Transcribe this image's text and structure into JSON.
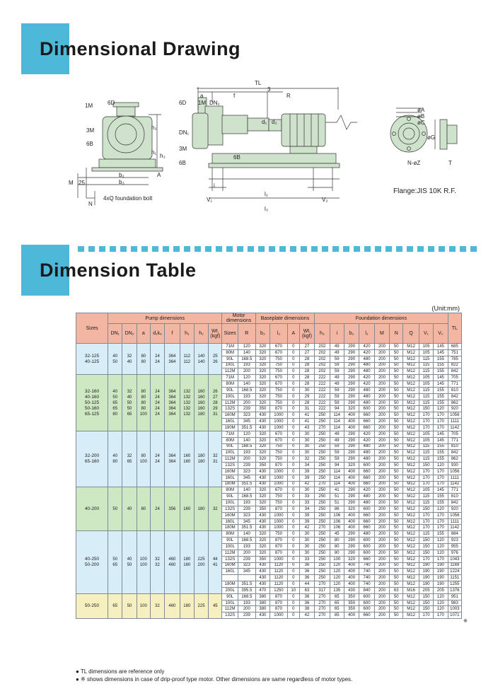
{
  "headings": {
    "drawing": "Dimensional Drawing",
    "table": "Dimension Table"
  },
  "drawing_labels": {
    "tl": "TL",
    "a": "a",
    "f": "f",
    "three": "3",
    "r": "R",
    "m1": "1M",
    "d6": "6D",
    "m3": "3M",
    "b6": "6B",
    "h2": "h₂",
    "h1": "h₁",
    "h3": "h₃",
    "b2": "b₂",
    "b3": "b₃",
    "m": "M",
    "n25": "25",
    "n": "N",
    "a_dim": "A",
    "bolt": "4xQ foundation bolt",
    "dn2": "DN₂",
    "dn1": "DN₁",
    "d1": "d₁",
    "d2": "d₂",
    "i": "i",
    "v1": "V₁",
    "l2": "l₂",
    "v2": "V₂",
    "l3": "l₃",
    "phi_a": "øA",
    "phi_b": "øB",
    "phi_c": "øC",
    "phi_g": "øG",
    "nz": "N-øZ",
    "t": "T",
    "flange": "Flange:JIS 10K R.F."
  },
  "unit": "(Unit:mm)",
  "table_headers": {
    "sizes": "Sizes",
    "pump_group": "Pump dimensions",
    "motor_group": "Motor dimensions",
    "base_group": "Baseplate dimensions",
    "found_group": "Foundation dimensions",
    "tl": "TL",
    "pump_cols": [
      "DN₁",
      "DN₂",
      "a",
      "d₁k₆",
      "f",
      "h₁",
      "h₂",
      "Wt.(kgf)"
    ],
    "motor_cols": [
      "Sizes",
      "R"
    ],
    "base_cols": [
      "b₃",
      "l₃",
      "A",
      "Wt.(kgf)"
    ],
    "found_cols": [
      "h₃",
      "i",
      "b₂",
      "l₂",
      "M",
      "N",
      "Q",
      "V₁",
      "V₂"
    ]
  },
  "groups": [
    {
      "sizes": [
        "32-125",
        "40-125"
      ],
      "pump": [
        [
          "40",
          "50"
        ],
        [
          "32",
          "40"
        ],
        [
          "80",
          "80"
        ],
        [
          "24",
          "24"
        ],
        [
          "364",
          "364"
        ],
        [
          "112",
          "112"
        ],
        [
          "140",
          "140"
        ],
        [
          "25",
          "26"
        ]
      ],
      "rows": [
        [
          "71M",
          "120",
          "320",
          "670",
          "0",
          "27",
          "202",
          "49",
          "290",
          "420",
          "200",
          "50",
          "M12",
          "105",
          "145",
          "685"
        ],
        [
          "80M",
          "140",
          "320",
          "670",
          "0",
          "27",
          "202",
          "49",
          "290",
          "420",
          "200",
          "50",
          "M12",
          "105",
          "145",
          "751"
        ],
        [
          "90L",
          "168.5",
          "320",
          "750",
          "0",
          "28",
          "202",
          "59",
          "290",
          "480",
          "200",
          "50",
          "M12",
          "115",
          "155",
          "785"
        ],
        [
          "100L",
          "193",
          "320",
          "750",
          "0",
          "28",
          "202",
          "59",
          "290",
          "480",
          "200",
          "50",
          "M12",
          "115",
          "155",
          "822"
        ],
        [
          "112M",
          "200",
          "320",
          "750",
          "0",
          "28",
          "202",
          "59",
          "290",
          "480",
          "200",
          "50",
          "M12",
          "115",
          "155",
          "842"
        ]
      ]
    },
    {
      "sizes": [
        "32-160",
        "40-160",
        "50-125",
        "50-160",
        "65-125"
      ],
      "pump": [
        [
          "40",
          "50",
          "65",
          "65",
          "80"
        ],
        [
          "32",
          "40",
          "50",
          "50",
          "65"
        ],
        [
          "80",
          "80",
          "80",
          "80",
          "100"
        ],
        [
          "24",
          "24",
          "24",
          "24",
          "24"
        ],
        [
          "364",
          "364",
          "364",
          "364",
          "364"
        ],
        [
          "132",
          "132",
          "132",
          "132",
          "132"
        ],
        [
          "160",
          "160",
          "160",
          "160",
          "180"
        ],
        [
          "26",
          "27",
          "28",
          "29",
          "31"
        ]
      ],
      "rows": [
        [
          "71M",
          "120",
          "320",
          "670",
          "0",
          "28",
          "222",
          "49",
          "290",
          "420",
          "200",
          "50",
          "M12",
          "105",
          "145",
          "705"
        ],
        [
          "80M",
          "140",
          "320",
          "670",
          "0",
          "28",
          "222",
          "49",
          "290",
          "420",
          "200",
          "50",
          "M12",
          "105",
          "145",
          "771"
        ],
        [
          "90L",
          "168.5",
          "320",
          "750",
          "0",
          "30",
          "222",
          "59",
          "290",
          "480",
          "200",
          "50",
          "M12",
          "115",
          "155",
          "810"
        ],
        [
          "100L",
          "193",
          "320",
          "750",
          "0",
          "29",
          "222",
          "59",
          "290",
          "480",
          "200",
          "50",
          "M12",
          "115",
          "155",
          "842"
        ],
        [
          "112M",
          "200",
          "320",
          "750",
          "0",
          "28",
          "222",
          "59",
          "290",
          "480",
          "200",
          "50",
          "M12",
          "115",
          "155",
          "862"
        ],
        [
          "132S",
          "239",
          "350",
          "870",
          "0",
          "31",
          "222",
          "94",
          "320",
          "600",
          "200",
          "50",
          "M12",
          "150",
          "120",
          "920"
        ],
        [
          "160M",
          "323",
          "430",
          "1000",
          "0",
          "41",
          "250",
          "114",
          "400",
          "660",
          "200",
          "50",
          "M12",
          "170",
          "170",
          "1056"
        ],
        [
          "160L",
          "345",
          "430",
          "1000",
          "0",
          "41",
          "250",
          "114",
          "400",
          "660",
          "200",
          "50",
          "M12",
          "170",
          "170",
          "1111"
        ],
        [
          "180M",
          "351.5",
          "430",
          "1000",
          "0",
          "43",
          "270",
          "114",
          "400",
          "660",
          "200",
          "50",
          "M12",
          "170",
          "170",
          "1142"
        ]
      ]
    },
    {
      "sizes": [
        "32-200",
        "65-160"
      ],
      "pump": [
        [
          "40",
          "80"
        ],
        [
          "32",
          "65"
        ],
        [
          "80",
          "100"
        ],
        [
          "24",
          "24"
        ],
        [
          "364",
          "364"
        ],
        [
          "160",
          "160"
        ],
        [
          "180",
          "180"
        ],
        [
          "32",
          "31"
        ]
      ],
      "rows": [
        [
          "71M",
          "120",
          "320",
          "670",
          "0",
          "30",
          "250",
          "49",
          "290",
          "420",
          "200",
          "50",
          "M12",
          "105",
          "145",
          "705"
        ],
        [
          "80M",
          "140",
          "320",
          "670",
          "0",
          "30",
          "250",
          "49",
          "290",
          "420",
          "200",
          "50",
          "M12",
          "105",
          "145",
          "771"
        ],
        [
          "90L",
          "168.5",
          "320",
          "750",
          "0",
          "30",
          "250",
          "59",
          "290",
          "480",
          "200",
          "50",
          "M12",
          "115",
          "155",
          "810"
        ],
        [
          "100L",
          "193",
          "320",
          "750",
          "0",
          "30",
          "250",
          "59",
          "290",
          "480",
          "200",
          "50",
          "M12",
          "115",
          "155",
          "842"
        ],
        [
          "112M",
          "200",
          "320",
          "750",
          "0",
          "32",
          "250",
          "59",
          "290",
          "480",
          "200",
          "50",
          "M12",
          "115",
          "155",
          "862"
        ],
        [
          "132S",
          "239",
          "350",
          "870",
          "0",
          "34",
          "250",
          "94",
          "320",
          "600",
          "200",
          "50",
          "M12",
          "150",
          "120",
          "930"
        ],
        [
          "160M",
          "323",
          "430",
          "1000",
          "0",
          "39",
          "250",
          "114",
          "400",
          "660",
          "200",
          "50",
          "M12",
          "170",
          "170",
          "1056"
        ],
        [
          "160L",
          "345",
          "430",
          "1000",
          "0",
          "39",
          "250",
          "114",
          "400",
          "660",
          "200",
          "50",
          "M12",
          "170",
          "170",
          "1111"
        ],
        [
          "180M",
          "351.5",
          "430",
          "1000",
          "0",
          "42",
          "270",
          "114",
          "400",
          "660",
          "200",
          "50",
          "M12",
          "170",
          "170",
          "1142"
        ]
      ]
    },
    {
      "sizes": [
        "40-200"
      ],
      "pump": [
        [
          "50"
        ],
        [
          "40"
        ],
        [
          "80"
        ],
        [
          "24"
        ],
        [
          "356"
        ],
        [
          "160"
        ],
        [
          "180"
        ],
        [
          "32"
        ]
      ],
      "rows": [
        [
          "80M",
          "140",
          "320",
          "670",
          "0",
          "30",
          "250",
          "41",
          "290",
          "420",
          "200",
          "50",
          "M12",
          "105",
          "145",
          "771"
        ],
        [
          "90L",
          "168.5",
          "320",
          "750",
          "0",
          "33",
          "250",
          "51",
          "290",
          "480",
          "200",
          "50",
          "M12",
          "115",
          "155",
          "810"
        ],
        [
          "100L",
          "193",
          "320",
          "750",
          "0",
          "33",
          "250",
          "51",
          "290",
          "480",
          "200",
          "50",
          "M12",
          "115",
          "155",
          "842"
        ],
        [
          "132S",
          "239",
          "350",
          "870",
          "0",
          "34",
          "250",
          "86",
          "320",
          "600",
          "200",
          "50",
          "M12",
          "150",
          "120",
          "920"
        ],
        [
          "160M",
          "323",
          "430",
          "1000",
          "0",
          "39",
          "250",
          "106",
          "400",
          "660",
          "200",
          "50",
          "M12",
          "170",
          "170",
          "1056"
        ],
        [
          "160L",
          "345",
          "430",
          "1000",
          "0",
          "39",
          "250",
          "106",
          "400",
          "660",
          "200",
          "50",
          "M12",
          "170",
          "170",
          "1111"
        ],
        [
          "180M",
          "351.5",
          "430",
          "1000",
          "0",
          "42",
          "270",
          "106",
          "400",
          "660",
          "200",
          "50",
          "M12",
          "170",
          "170",
          "1142"
        ]
      ]
    },
    {
      "sizes": [
        "40-250",
        "50-200"
      ],
      "pump": [
        [
          "50",
          "65"
        ],
        [
          "40",
          "50"
        ],
        [
          "100",
          "100"
        ],
        [
          "32",
          "32"
        ],
        [
          "460",
          "460"
        ],
        [
          "180",
          "160"
        ],
        [
          "225",
          "200"
        ],
        [
          "44",
          "41"
        ]
      ],
      "rows": [
        [
          "80M",
          "140",
          "320",
          "750",
          "0",
          "30",
          "250",
          "45",
          "290",
          "480",
          "200",
          "50",
          "M12",
          "115",
          "155",
          "884"
        ],
        [
          "90L",
          "168.5",
          "320",
          "870",
          "0",
          "30",
          "250",
          "80",
          "290",
          "600",
          "200",
          "50",
          "M12",
          "150",
          "120",
          "923"
        ],
        [
          "100L",
          "193",
          "320",
          "870",
          "0",
          "30",
          "250",
          "80",
          "290",
          "600",
          "200",
          "50",
          "M12",
          "150",
          "120",
          "955"
        ],
        [
          "112M",
          "200",
          "320",
          "870",
          "0",
          "30",
          "250",
          "80",
          "290",
          "600",
          "200",
          "50",
          "M12",
          "150",
          "120",
          "976"
        ],
        [
          "132S",
          "239",
          "350",
          "1000",
          "0",
          "33",
          "250",
          "100",
          "320",
          "660",
          "200",
          "50",
          "M12",
          "170",
          "170",
          "1043"
        ],
        [
          "160M",
          "323",
          "430",
          "1120",
          "0",
          "36",
          "250",
          "120",
          "400",
          "740",
          "200",
          "50",
          "M12",
          "190",
          "190",
          "1169"
        ],
        [
          "160L",
          "345",
          "430",
          "1120",
          "0",
          "36",
          "250",
          "120",
          "400",
          "740",
          "200",
          "50",
          "M12",
          "190",
          "190",
          "1224"
        ],
        [
          "",
          "",
          "430",
          "1120",
          "0",
          "36",
          "250",
          "120",
          "400",
          "740",
          "200",
          "50",
          "M12",
          "190",
          "190",
          "1151"
        ],
        [
          "180M",
          "351.5",
          "430",
          "1120",
          "0",
          "44",
          "270",
          "120",
          "400",
          "740",
          "200",
          "50",
          "M12",
          "190",
          "190",
          "1255"
        ],
        [
          "200L",
          "395.5",
          "470",
          "1250",
          "10",
          "63",
          "317",
          "135",
          "430",
          "840",
          "200",
          "63",
          "M16",
          "205",
          "205",
          "1376"
        ]
      ]
    },
    {
      "sizes": [
        "50-250"
      ],
      "pump": [
        [
          "65"
        ],
        [
          "50"
        ],
        [
          "100"
        ],
        [
          "32"
        ],
        [
          "460"
        ],
        [
          "180"
        ],
        [
          "225"
        ],
        [
          "45"
        ]
      ],
      "rows": [
        [
          "90L",
          "168.5",
          "380",
          "870",
          "0",
          "36",
          "270",
          "65",
          "350",
          "600",
          "200",
          "50",
          "M12",
          "150",
          "120",
          "951"
        ],
        [
          "100L",
          "193",
          "380",
          "870",
          "0",
          "36",
          "270",
          "65",
          "350",
          "600",
          "200",
          "50",
          "M12",
          "150",
          "120",
          "983"
        ],
        [
          "112M",
          "200",
          "380",
          "870",
          "0",
          "38",
          "270",
          "65",
          "350",
          "600",
          "200",
          "50",
          "M12",
          "150",
          "120",
          "1003"
        ],
        [
          "132S",
          "239",
          "430",
          "1000",
          "0",
          "42",
          "270",
          "85",
          "400",
          "660",
          "200",
          "50",
          "M12",
          "170",
          "170",
          "1071"
        ]
      ]
    }
  ],
  "drip_mark": "※",
  "notes": [
    "● TL dimensions are reference only",
    "● ※ shows dimensions in case of drip-proof type motor. Other dimensions are same regardless of motor types."
  ],
  "colors": {
    "accent": "#4db8d8",
    "header": "#f2b6a2",
    "blue": "#d7edf7",
    "green": "#cfe8c4",
    "yellow": "#f6f0c0",
    "machine": "#cfe3cc"
  }
}
